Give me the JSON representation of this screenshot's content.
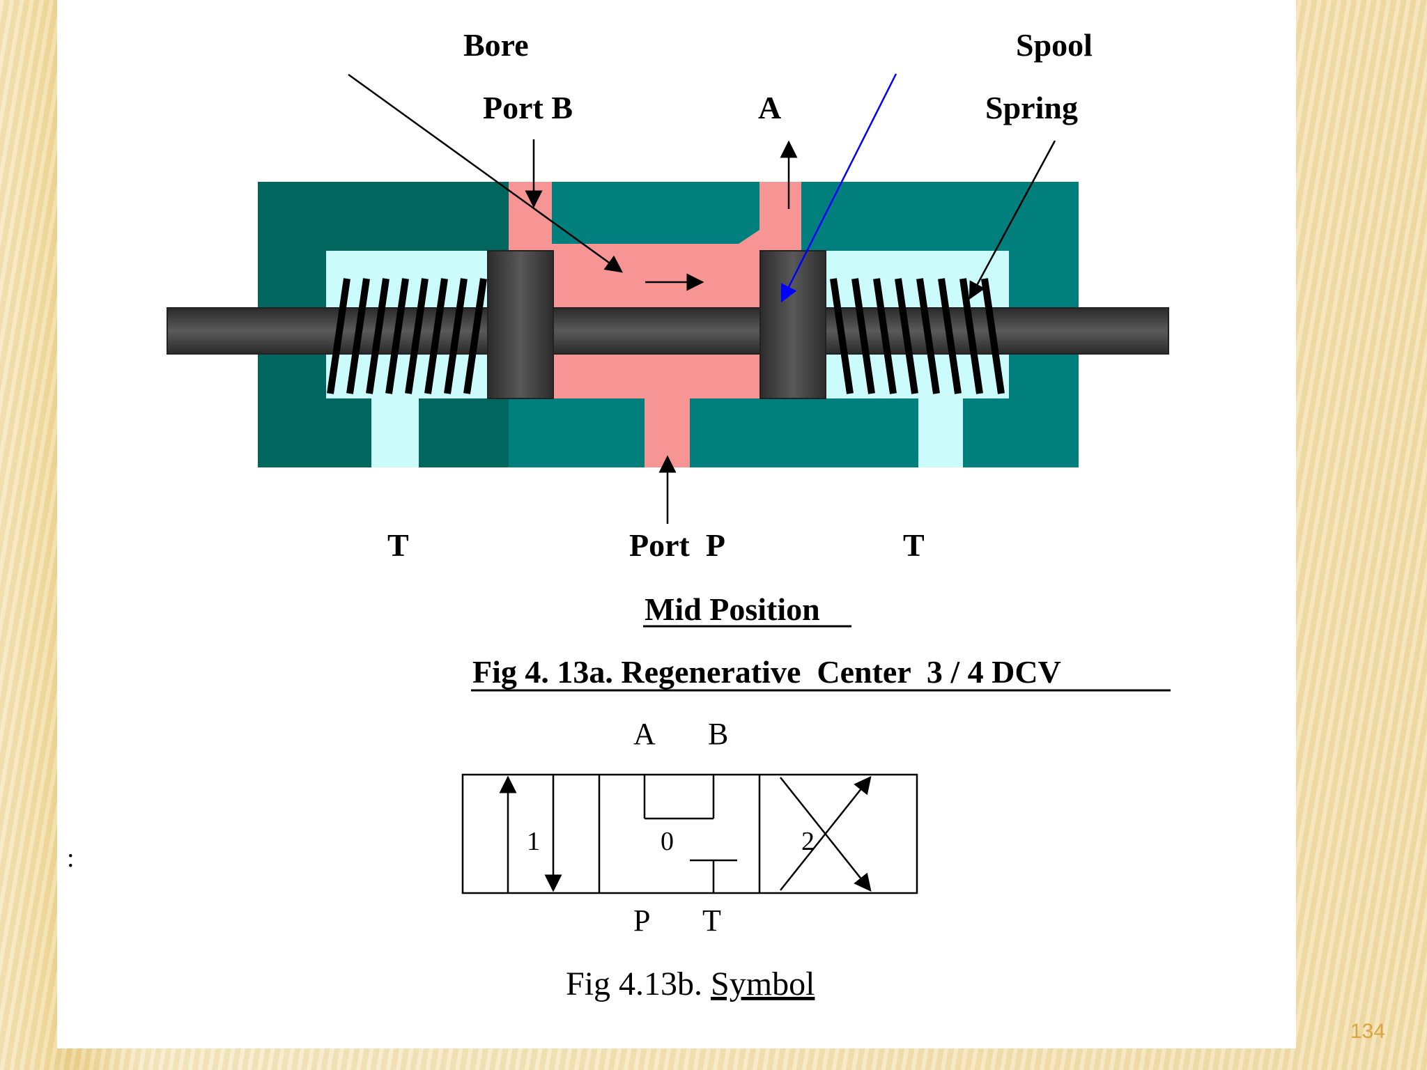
{
  "colors": {
    "body": "#007f7d",
    "body_dark": "#00665e",
    "pressure": "#f79595",
    "tank": "#ccfbfb",
    "spool": "#3a3a3a",
    "pointer_blue": "#0000ff",
    "page_number": "#d9a441"
  },
  "diagram": {
    "labels": {
      "bore": "Bore",
      "spool": "Spool",
      "port_b": "Port B",
      "a": "A",
      "spring": "Spring",
      "t_left": "T",
      "port_p": "Port  P",
      "t_right": "T"
    },
    "caption_mid": "Mid Position",
    "caption_fig_a": "Fig 4. 13a. Regenerative  Center  3 / 4 DCV"
  },
  "symbol": {
    "top_a": "A",
    "top_b": "B",
    "pos_1": "1",
    "pos_0": "0",
    "pos_2": "2",
    "bottom_p": "P",
    "bottom_t": "T",
    "caption_prefix": "Fig 4.13b. ",
    "caption_underlined": "Symbol"
  },
  "stray_mark": ":",
  "page_number": "134"
}
